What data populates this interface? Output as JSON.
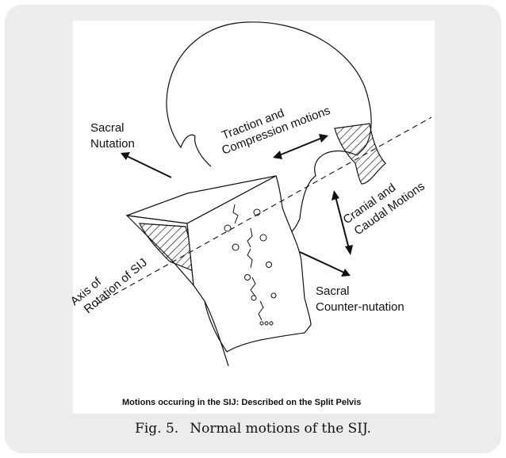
{
  "labels": {
    "sacral_nutation": [
      "Sacral",
      "Nutation"
    ],
    "traction": [
      "Traction and",
      "Compression motions"
    ],
    "cranial": [
      "Cranial and",
      "Caudal Motions"
    ],
    "axis": [
      "Axis of",
      "Rotation of SIJ"
    ],
    "counter_nutation": [
      "Sacral",
      "Counter-nutation"
    ]
  },
  "inner_caption": "Motions occuring in the SIJ: Described on the Split Pelvis",
  "figure_caption": {
    "number": "Fig. 5.",
    "text": "Normal motions of the SIJ."
  }
}
